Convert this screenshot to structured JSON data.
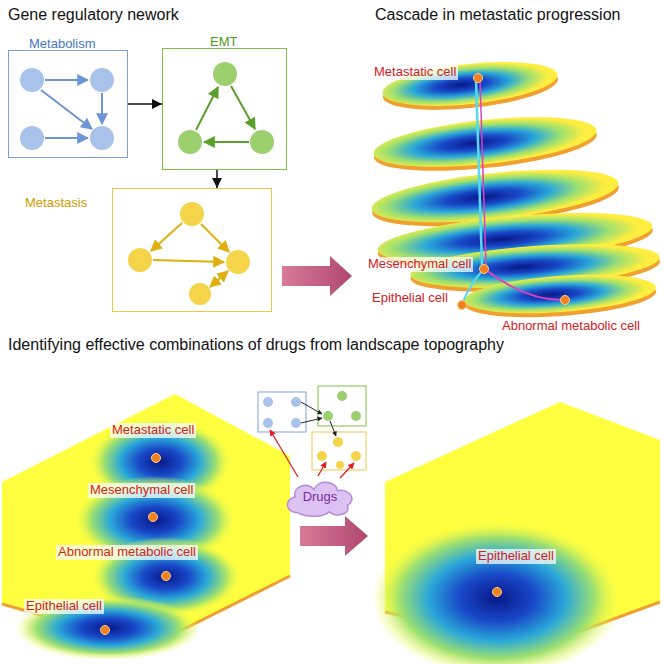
{
  "diagram": {
    "nodes": [
      {
        "text": [
          "Metabolism"
        ]
      },
      {
        "text": [
          "EMT"
        ]
      },
      {
        "text": [
          "Metastasis"
        ]
      },
      {
        "text": [
          "Drugs"
        ]
      }
    ],
    "edges": [
      {
        "from": 0,
        "to": 1,
        "arrow": "to"
      },
      {
        "from": 1,
        "to": 2,
        "arrow": "to"
      }
    ],
    "labels": [
      "Gene regulatory nework",
      "Cascade in metastatic progression",
      "Metastatic cell",
      "Mesenchymal cell",
      "Epithelial cell",
      "Abnormal metabolic cell",
      "Identifying effective combinations of drugs from landscape topography",
      "Metastatic cell",
      "Mesenchymal cell",
      "Abnormal metabolic cell",
      "Epithelial cell",
      "Epithelial cell"
    ]
  }
}
